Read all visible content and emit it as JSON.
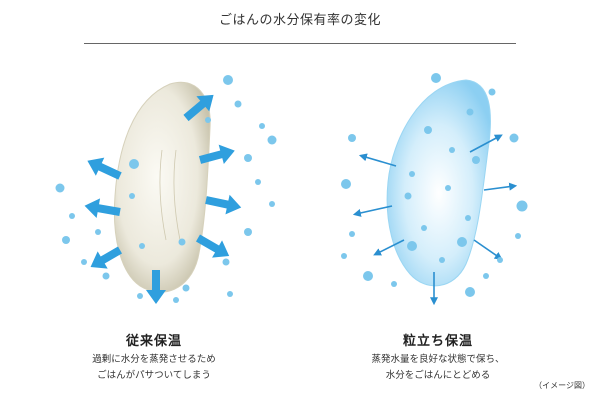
{
  "title": "ごはんの水分保有率の変化",
  "left_panel": {
    "heading": "従来保温",
    "desc_line1": "過剰に水分を蒸発させるため",
    "desc_line2": "ごはんがパサついてしまう"
  },
  "right_panel": {
    "heading": "粒立ち保温",
    "desc_line1": "蒸発水量を良好な状態で保ち、",
    "desc_line2": "水分をごはんにとどめる"
  },
  "note": "（イメージ図）",
  "colors": {
    "droplet": "#7cc7ec",
    "arrow_thick": "#2f9fde",
    "arrow_thin": "#2a8fd0",
    "grain_dry": "#ece9dc",
    "grain_moist": "#a9dcf5"
  }
}
